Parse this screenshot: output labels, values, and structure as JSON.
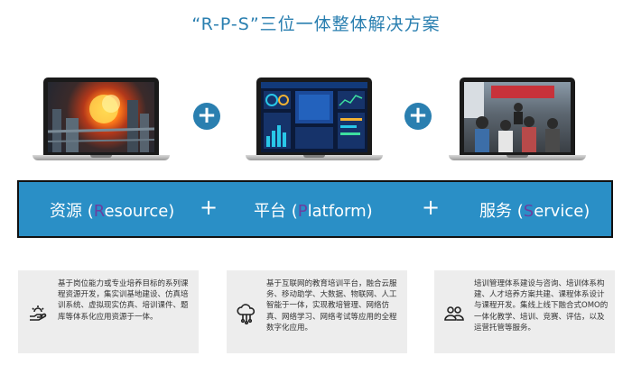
{
  "title": "“R-P-S”三位一体整体解决方案",
  "banner": {
    "resource": {
      "cn": "资源 (",
      "letter": "R",
      "rest": "esource)"
    },
    "platform": {
      "cn": "平台 (",
      "letter": "P",
      "rest": "latform)"
    },
    "service": {
      "cn": "服务 (",
      "letter": "S",
      "rest": "ervice)"
    },
    "plus": "+"
  },
  "plus_symbol": "+",
  "cards": [
    {
      "icon": "skills-hand-icon",
      "text": "基于岗位能力或专业培养目标的系列课程资源开发，集实训基地建设、仿真培训系统、虚拟现实仿真、培训课件、题库等体系化应用资源于一体。"
    },
    {
      "icon": "cloud-network-icon",
      "text": "基于互联网的教育培训平台，融合云服务、移动助学、大数据、物联网、人工智能于一体，实现教培管理、网络仿真、网络学习、网络考试等应用的全程数字化应用。"
    },
    {
      "icon": "people-icon",
      "text": "培训管理体系建设与咨询、培训体系构建、人才培养方案共建、课程体系设计与课程开发。集线上线下融合式OMO的一体化教学、培训、竞赛、评估，以及运营托管等服务。"
    }
  ],
  "colors": {
    "accent": "#2a8fc6",
    "title": "#2a7fb0",
    "highlight": "#6a3fa0",
    "card_bg": "#ededed"
  }
}
